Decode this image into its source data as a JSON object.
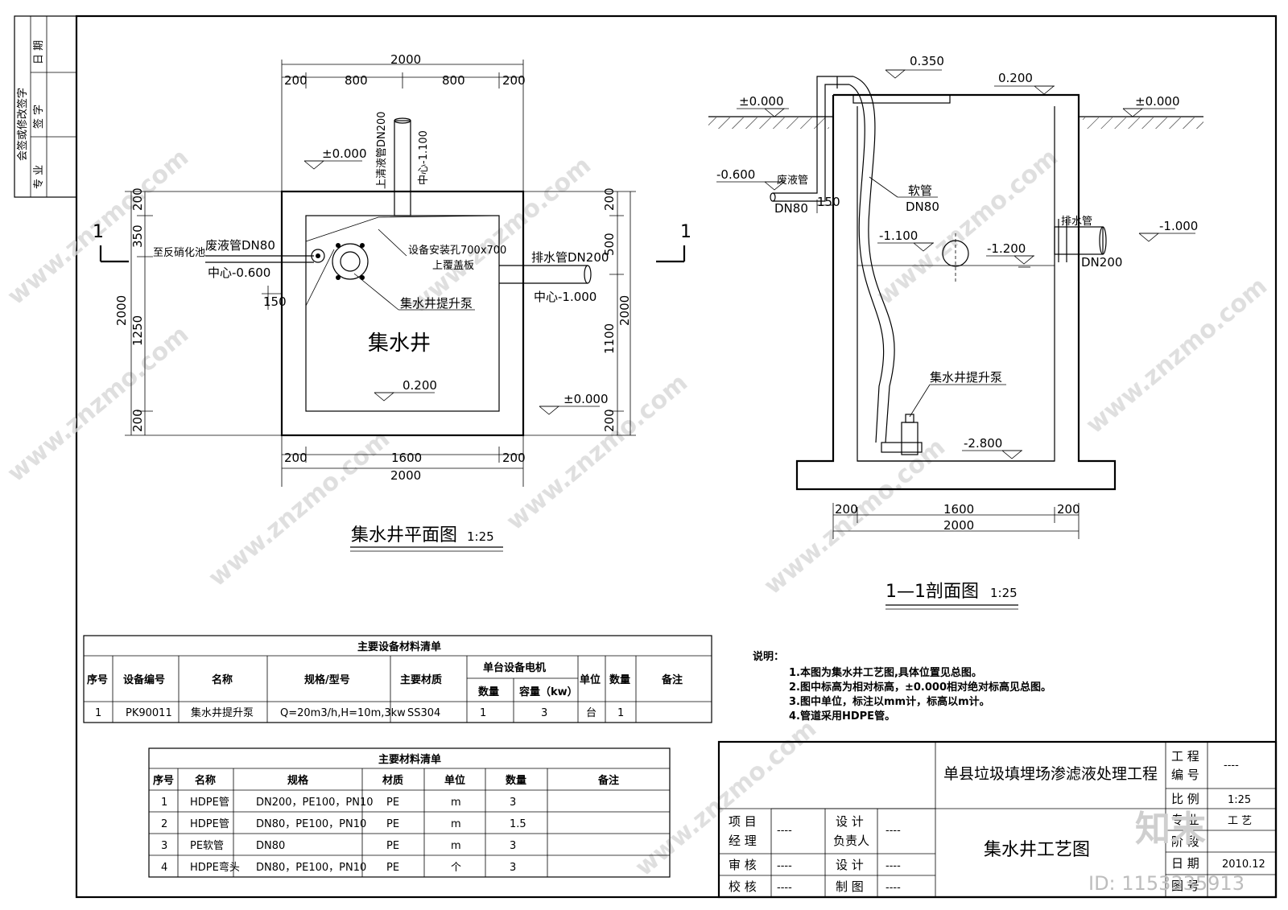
{
  "side_table": {
    "rows": [
      "会签或修改签字",
      "专 业",
      "签 字",
      "日 期"
    ]
  },
  "plan": {
    "title": "集水井平面图",
    "scale": "1:25",
    "section_mark": "1",
    "dims_top": [
      "2000",
      "200",
      "800",
      "800",
      "200"
    ],
    "dims_bottom": [
      "200",
      "1600",
      "200",
      "2000"
    ],
    "dims_left": [
      "200",
      "350",
      "1250",
      "200",
      "2000"
    ],
    "dims_right": [
      "200",
      "500",
      "1100",
      "200",
      "2000"
    ],
    "well_label": "集水井",
    "level_top": "±0.000",
    "level_inner": "0.200",
    "level_right": "±0.000",
    "pipe_overflow": "上清液管DN200",
    "overflow_center": "中心-1.100",
    "pipe_waste": "废液管DN80",
    "to_ro": "至反硝化池",
    "waste_center": "中心-0.600",
    "opening": "设备安装孔700x700",
    "cover": "上覆盖板",
    "drain": "排水管DN200",
    "drain_center": "中心-1.000",
    "pump": "集水井提升泵",
    "dim150": "150"
  },
  "section": {
    "title": "1—1剖面图",
    "scale": "1:25",
    "levels": [
      "0.350",
      "0.200",
      "±0.000",
      "±0.000",
      "-0.600",
      "-1.100",
      "-1.200",
      "-1.000",
      "-2.800"
    ],
    "waste_label": "废液管",
    "dn80": "DN80",
    "dim150": "150",
    "hose": "软管",
    "hose_dn": "DN80",
    "drain": "排水管",
    "drain_dn": "DN200",
    "pump": "集水井提升泵",
    "dims_bottom": [
      "200",
      "1600",
      "200",
      "2000"
    ]
  },
  "equip_table": {
    "title": "主要设备材料清单",
    "headers": [
      "序号",
      "设备编号",
      "名称",
      "规格/型号",
      "主要材质",
      "单台设备电机",
      "单位",
      "数量",
      "备注"
    ],
    "sub_headers": [
      "数量",
      "容量（kw）"
    ],
    "row": [
      "1",
      "PK90011",
      "集水井提升泵",
      "Q=20m3/h,H=10m,3kw",
      "SS304",
      "1",
      "3",
      "台",
      "1",
      ""
    ]
  },
  "mat_table": {
    "title": "主要材料清单",
    "headers": [
      "序号",
      "名称",
      "规格",
      "材质",
      "单位",
      "数量",
      "备注"
    ],
    "rows": [
      [
        "1",
        "HDPE管",
        "DN200，PE100，PN10",
        "PE",
        "m",
        "3",
        ""
      ],
      [
        "2",
        "HDPE管",
        "DN80，PE100，PN10",
        "PE",
        "m",
        "1.5",
        ""
      ],
      [
        "3",
        "PE软管",
        "DN80",
        "PE",
        "m",
        "3",
        ""
      ],
      [
        "4",
        "HDPE弯头",
        "DN80，PE100，PN10",
        "PE",
        "个",
        "3",
        ""
      ]
    ]
  },
  "notes": {
    "title": "说明：",
    "items": [
      "1.本图为集水井工艺图,具体位置见总图。",
      "2.图中标高为相对标高，±0.000相对绝对标高见总图。",
      "3.图中单位，标注以mm计，标高以m计。",
      "4.管道采用HDPE管。"
    ]
  },
  "title_block": {
    "project": "单县垃圾填埋场渗滤液处理工程",
    "drawing": "集水井工艺图",
    "proj_no_label": "工 程\n编 号",
    "proj_no": "----",
    "scale_label": "比 例",
    "scale": "1:25",
    "discipline_label": "专 业",
    "discipline": "工 艺",
    "stage_label": "阶 段",
    "date_label": "日 期",
    "date": "2010.12",
    "figno_label": "图 号",
    "pm": "项 目\n经 理",
    "design_lead": "设 计\n负责人",
    "review": "审 核",
    "design": "设 计",
    "check": "校 核",
    "draw": "制 图",
    "dash": "----"
  },
  "watermark": {
    "text": "www.znzmo.com",
    "brand": "知末",
    "id": "ID: 1153335913"
  }
}
